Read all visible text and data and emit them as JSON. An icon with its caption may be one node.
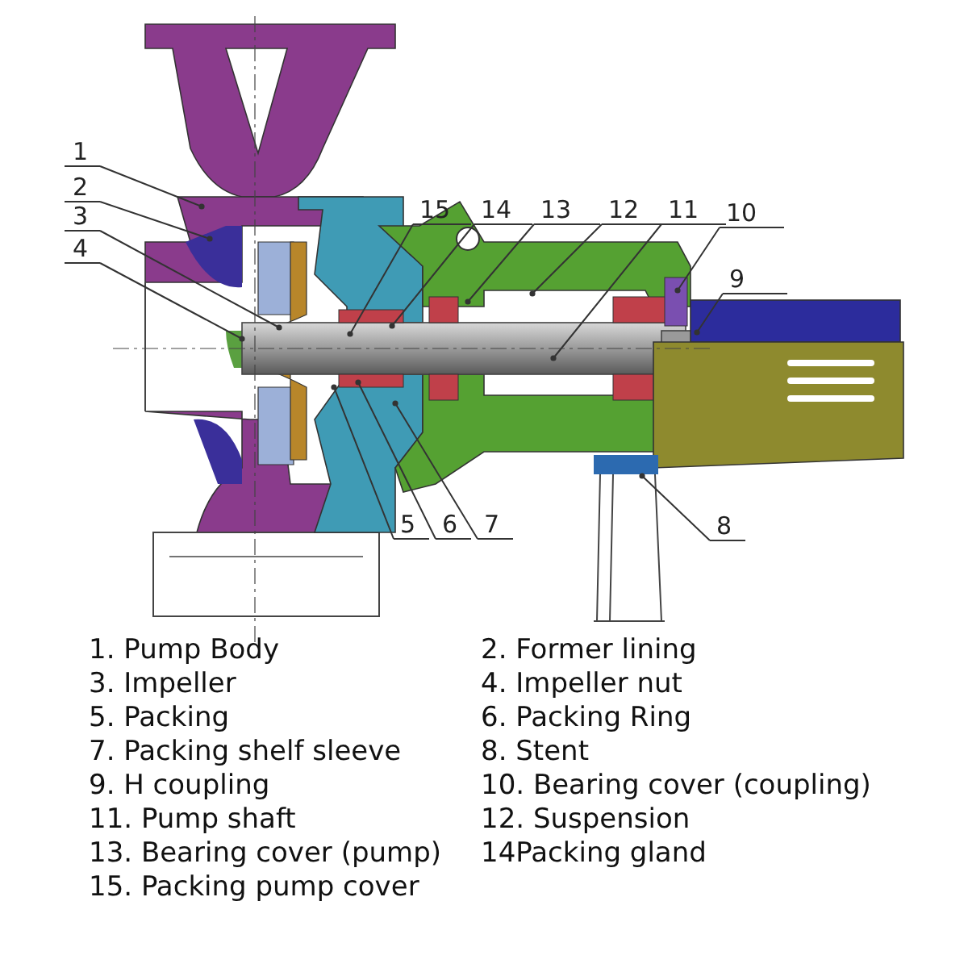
{
  "diagram": {
    "nodes": [
      {
        "text": [
          "1"
        ]
      },
      {
        "text": [
          "2"
        ]
      },
      {
        "text": [
          "3"
        ]
      },
      {
        "text": [
          "4"
        ]
      },
      {
        "text": [
          "15"
        ]
      },
      {
        "text": [
          "14"
        ]
      },
      {
        "text": [
          "13"
        ]
      },
      {
        "text": [
          "12"
        ]
      },
      {
        "text": [
          "11"
        ]
      },
      {
        "text": [
          "10"
        ]
      },
      {
        "text": [
          "9"
        ]
      },
      {
        "text": [
          "5"
        ]
      },
      {
        "text": [
          "6"
        ]
      },
      {
        "text": [
          "7"
        ]
      },
      {
        "text": [
          "8"
        ]
      }
    ],
    "edges": [
      {
        "from": 0,
        "to": null,
        "arrow": "other"
      },
      {
        "from": 1,
        "to": null,
        "arrow": "other"
      },
      {
        "from": 2,
        "to": null,
        "arrow": "other"
      },
      {
        "from": 3,
        "to": null,
        "arrow": "other"
      },
      {
        "from": 4,
        "to": null,
        "arrow": "other"
      },
      {
        "from": 5,
        "to": null,
        "arrow": "other"
      },
      {
        "from": 6,
        "to": null,
        "arrow": "other"
      },
      {
        "from": 7,
        "to": null,
        "arrow": "other"
      },
      {
        "from": 8,
        "to": null,
        "arrow": "other"
      },
      {
        "from": 9,
        "to": null,
        "arrow": "other"
      },
      {
        "from": 10,
        "to": null,
        "arrow": "other"
      },
      {
        "from": 11,
        "to": null,
        "arrow": "other"
      },
      {
        "from": 12,
        "to": null,
        "arrow": "other"
      },
      {
        "from": 13,
        "to": null,
        "arrow": "other"
      },
      {
        "from": 14,
        "to": null,
        "arrow": "other"
      }
    ],
    "labels": [
      "1. Pump Body",
      "2. Former lining",
      "3. Impeller",
      "4. Impeller nut",
      "5. Packing",
      "6. Packing Ring",
      "7. Packing shelf sleeve",
      "8. Stent",
      "9. H coupling",
      "10. Bearing cover (coupling)",
      "11. Pump shaft",
      "12. Suspension",
      "13. Bearing cover (pump)",
      "14Packing gland",
      "15. Packing pump cover"
    ]
  }
}
